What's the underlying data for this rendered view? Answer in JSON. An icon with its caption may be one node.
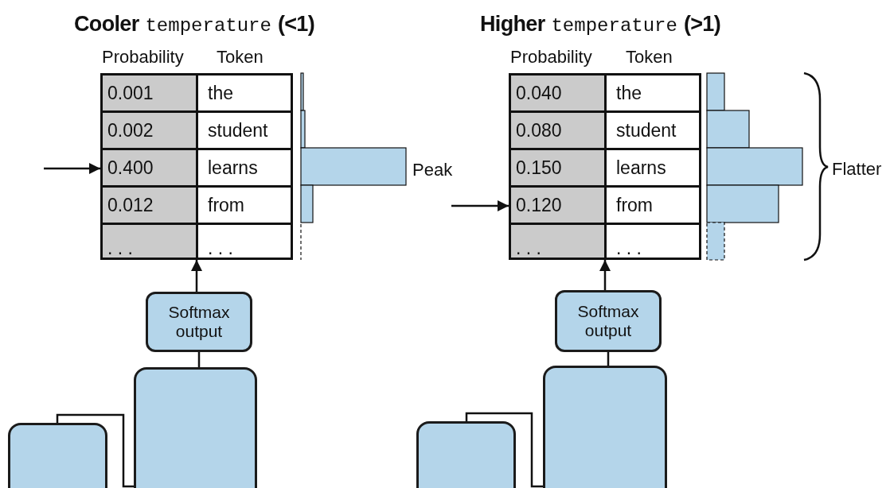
{
  "diagram": {
    "nodes": [
      {
        "text": [
          "0.001",
          "the"
        ]
      },
      {
        "text": [
          "0.002",
          "student"
        ]
      },
      {
        "text": [
          "0.400",
          "learns"
        ]
      },
      {
        "text": [
          "0.012",
          "from"
        ]
      },
      {
        "text": [
          ". . .",
          ". . ."
        ]
      },
      {
        "text": [
          "Softmax output"
        ]
      },
      {
        "text": [],
        "shape": "box"
      },
      {
        "text": [],
        "shape": "box"
      },
      {
        "text": [
          "0.040",
          "the"
        ]
      },
      {
        "text": [
          "0.080",
          "student"
        ]
      },
      {
        "text": [
          "0.150",
          "learns"
        ]
      },
      {
        "text": [
          "0.120",
          "from"
        ]
      },
      {
        "text": [
          ". . .",
          ". . ."
        ]
      },
      {
        "text": [
          "Softmax output"
        ]
      },
      {
        "text": [],
        "shape": "box"
      },
      {
        "text": [],
        "shape": "box"
      }
    ],
    "edges": [
      {
        "from": null,
        "to": 2,
        "arrow": "to"
      },
      {
        "from": 5,
        "to": 4,
        "arrow": "to"
      },
      {
        "from": 7,
        "to": 5,
        "arrow": "none"
      },
      {
        "from": 6,
        "to": 7,
        "arrow": "none"
      },
      {
        "from": null,
        "to": 11,
        "arrow": "to"
      },
      {
        "from": 13,
        "to": 12,
        "arrow": "to"
      },
      {
        "from": 15,
        "to": 13,
        "arrow": "none"
      },
      {
        "from": 14,
        "to": 15,
        "arrow": "none"
      }
    ],
    "labels": [
      "Cooler",
      "temperature",
      "(<1)",
      "Probability",
      "Token",
      "Peak",
      "Higher",
      "temperature",
      "(>1)",
      "Probability",
      "Token",
      "Flatter"
    ]
  }
}
